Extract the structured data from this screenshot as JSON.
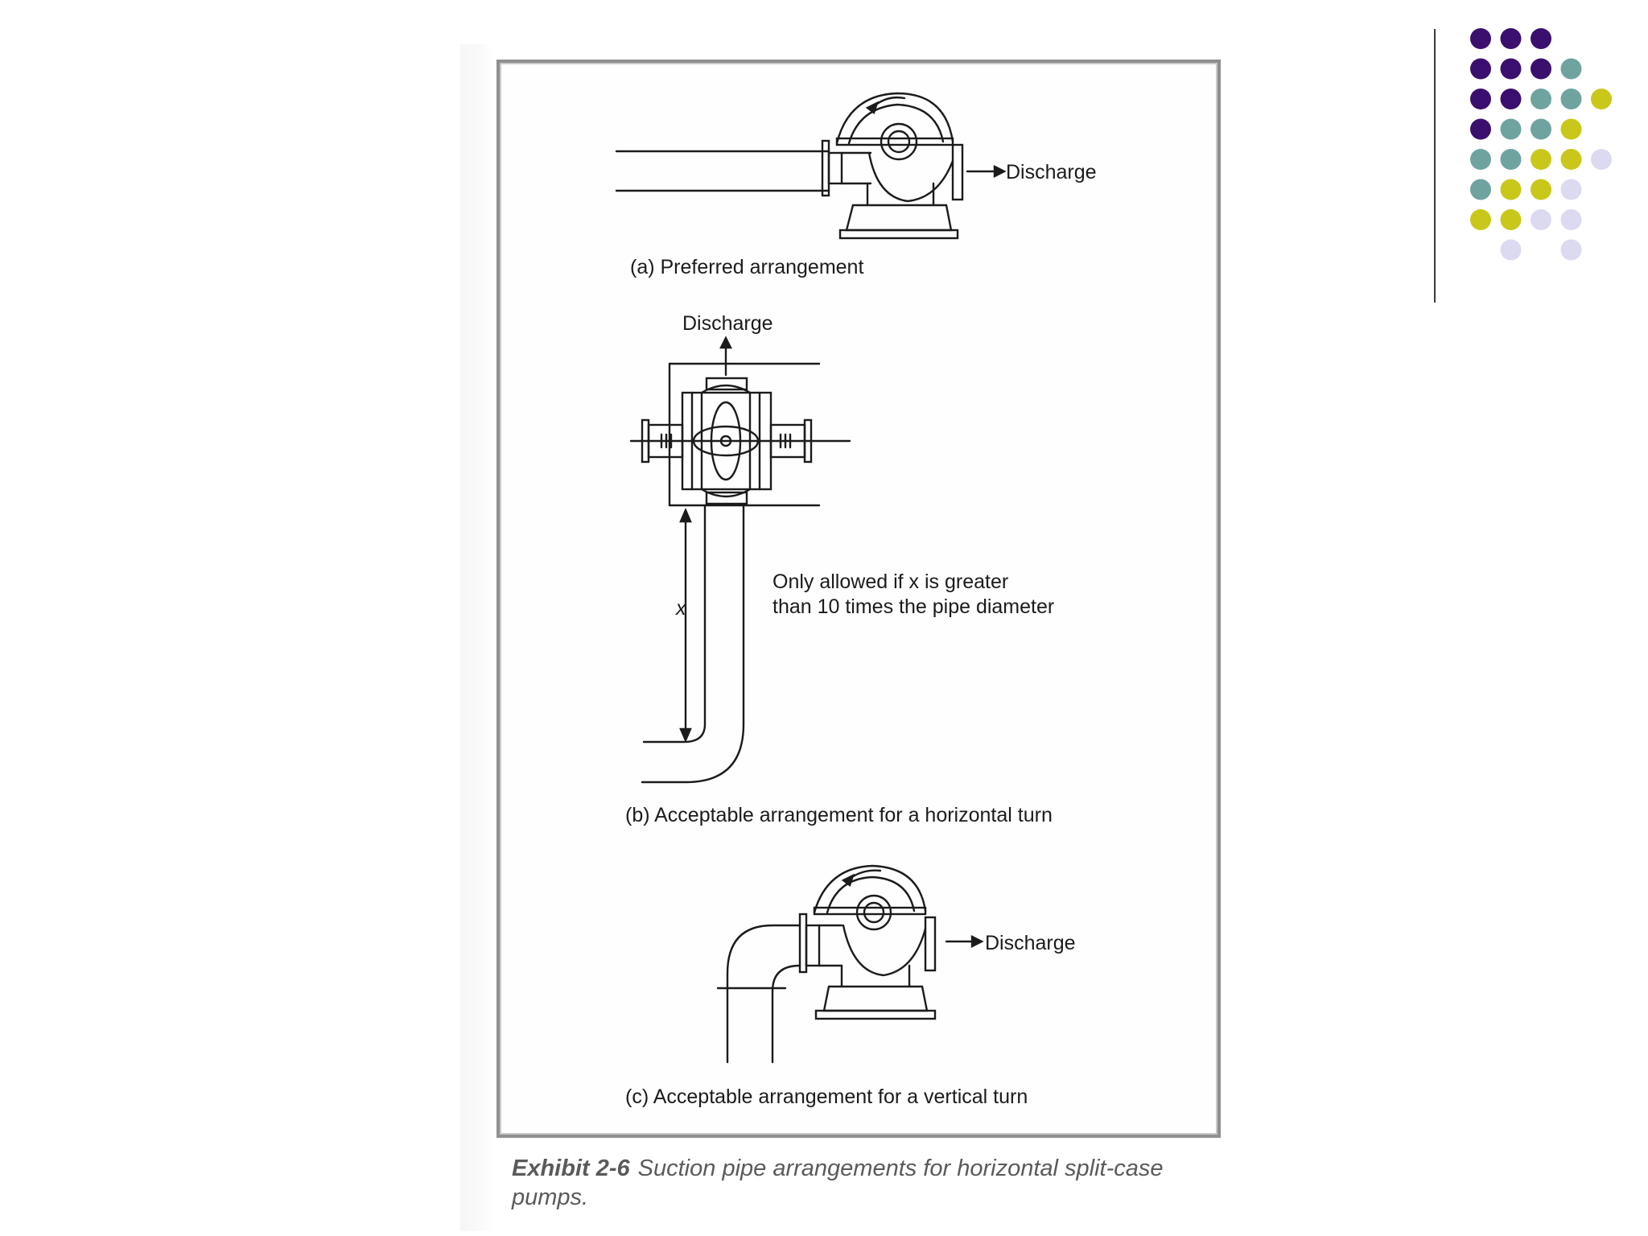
{
  "figure": {
    "panel_a": {
      "discharge_label": "Discharge",
      "caption": "(a) Preferred arrangement"
    },
    "panel_b": {
      "discharge_label": "Discharge",
      "dimension_label": "x",
      "note_line1": "Only allowed if x is greater",
      "note_line2": "than 10 times the pipe diameter",
      "caption": "(b) Acceptable arrangement for a horizontal turn"
    },
    "panel_c": {
      "discharge_label": "Discharge",
      "caption": "(c) Acceptable arrangement for a vertical turn"
    }
  },
  "exhibit_caption": {
    "number": "Exhibit 2-6",
    "text": "Suction pipe arrangements for horizontal split-case pumps."
  },
  "decoration": {
    "colors": {
      "purple": "#3b0f6e",
      "teal": "#6fa3a0",
      "olive": "#c9c81a",
      "lavender": "#dcdaf0"
    }
  }
}
